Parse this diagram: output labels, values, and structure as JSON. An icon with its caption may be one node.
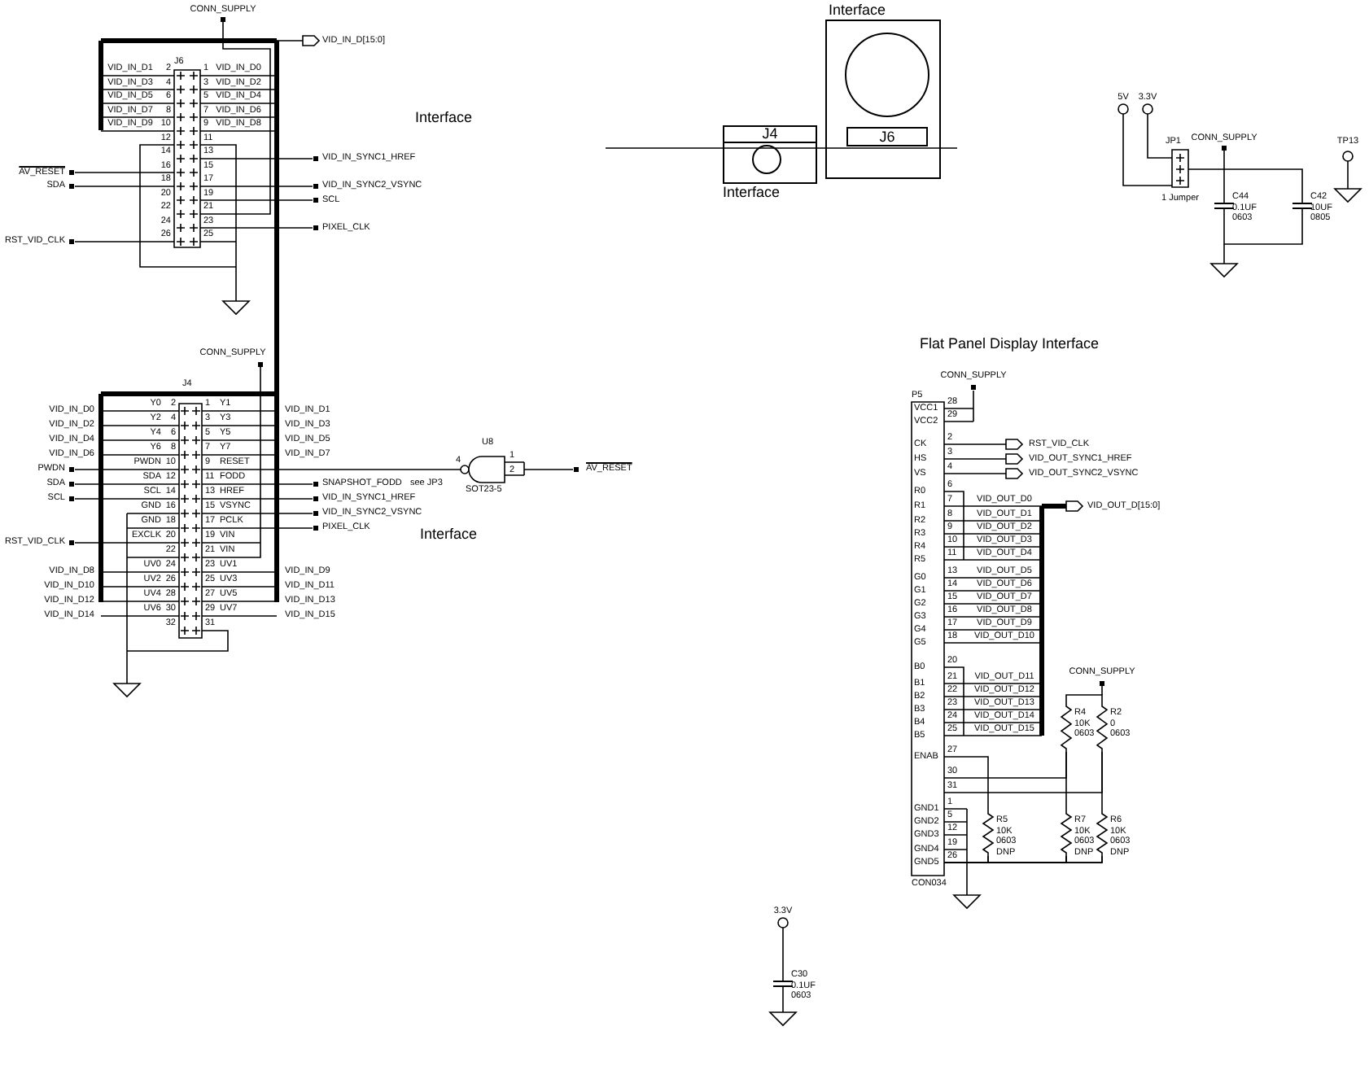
{
  "diagram": {
    "nodes": [
      {
        "text": [
          "J6",
          "2",
          "4",
          "6",
          "8",
          "10",
          "12",
          "14",
          "16",
          "18",
          "20",
          "22",
          "24",
          "26",
          "1",
          "3",
          "5",
          "7",
          "9",
          "11",
          "13",
          "15",
          "17",
          "19",
          "21",
          "23",
          "25"
        ]
      },
      {
        "text": [
          "Interface"
        ]
      },
      {
        "text": [
          "J6"
        ],
        "in": 1
      },
      {
        "text": [],
        "shape": "circle",
        "in": 1
      },
      {
        "text": [
          "J4",
          "Interface"
        ]
      },
      {
        "text": [],
        "shape": "circle",
        "in": 4
      },
      {
        "text": [
          "JP1"
        ]
      },
      {
        "text": [
          "C44",
          "0.1UF",
          "0603"
        ]
      },
      {
        "text": [
          "C42",
          "10UF",
          "0805"
        ]
      },
      {
        "text": [
          "J4",
          "Y0",
          "Y2",
          "Y4",
          "Y6",
          "PWDN",
          "SDA",
          "SCL",
          "GND",
          "GND",
          "EXCLK",
          "UV0",
          "UV2",
          "UV4",
          "UV6",
          "2",
          "4",
          "6",
          "8",
          "10",
          "12",
          "14",
          "16",
          "18",
          "20",
          "22",
          "24",
          "26",
          "28",
          "30",
          "32",
          "Y1",
          "Y3",
          "Y5",
          "Y7",
          "RESET",
          "FODD",
          "HREF",
          "VSYNC",
          "PCLK",
          "VIN",
          "VIN",
          "UV1",
          "UV3",
          "UV5",
          "UV7",
          "1",
          "3",
          "5",
          "7",
          "9",
          "11",
          "13",
          "15",
          "17",
          "19",
          "21",
          "23",
          "25",
          "27",
          "29",
          "31"
        ]
      },
      {
        "text": [
          "U8",
          "4",
          "1",
          "2",
          "SOT23-5"
        ]
      },
      {
        "text": [
          "P5",
          "VCC1",
          "VCC2",
          "CK",
          "HS",
          "VS",
          "R0",
          "R1",
          "R2",
          "R3",
          "R4",
          "R5",
          "G0",
          "G1",
          "G2",
          "G3",
          "G4",
          "G5",
          "B0",
          "B1",
          "B2",
          "B3",
          "B4",
          "B5",
          "ENAB",
          "GND1",
          "GND2",
          "GND3",
          "GND4",
          "GND5",
          "28",
          "29",
          "2",
          "3",
          "4",
          "6",
          "7",
          "8",
          "9",
          "10",
          "11",
          "13",
          "14",
          "15",
          "16",
          "17",
          "18",
          "20",
          "21",
          "22",
          "23",
          "24",
          "25",
          "27",
          "30",
          "31",
          "1",
          "5",
          "12",
          "19",
          "26",
          "CON034"
        ]
      },
      {
        "text": [
          "R4",
          "10K",
          "0603"
        ]
      },
      {
        "text": [
          "R2",
          "0",
          "0603"
        ]
      },
      {
        "text": [
          "R5",
          "10K",
          "0603",
          "DNP"
        ]
      },
      {
        "text": [
          "R7",
          "10K",
          "0603",
          "DNP"
        ]
      },
      {
        "text": [
          "R6",
          "10K",
          "0603",
          "DNP"
        ]
      },
      {
        "text": [
          "C30",
          "0.1UF",
          "0603"
        ]
      }
    ],
    "edges": [
      {
        "from": 9,
        "to": 10,
        "arrow": "other"
      },
      {
        "from": 6,
        "to": 7,
        "arrow": "none"
      },
      {
        "from": 7,
        "to": 8,
        "arrow": "none"
      },
      {
        "from": 11,
        "to": 14,
        "arrow": "none"
      },
      {
        "from": 11,
        "to": 12,
        "arrow": "none"
      },
      {
        "from": 12,
        "to": 15,
        "arrow": "none"
      },
      {
        "from": 11,
        "to": 13,
        "arrow": "none"
      },
      {
        "from": 13,
        "to": 16,
        "arrow": "none"
      },
      {
        "from": 12,
        "to": 13,
        "arrow": "none"
      },
      {
        "from": 11,
        "to": 14,
        "arrow": "none"
      },
      {
        "from": 11,
        "to": 15,
        "arrow": "none"
      },
      {
        "from": 11,
        "to": 16,
        "arrow": "none"
      },
      {
        "from": 15,
        "to": 16,
        "arrow": "none"
      },
      {
        "from": 14,
        "to": 15,
        "arrow": "none"
      }
    ],
    "labels": [
      "CONN_SUPPLY",
      "VID_IN_D[15:0]",
      "VID_IN_D1",
      "VID_IN_D3",
      "VID_IN_D5",
      "VID_IN_D7",
      "VID_IN_D9",
      "VID_IN_D0",
      "VID_IN_D2",
      "VID_IN_D4",
      "VID_IN_D6",
      "VID_IN_D8",
      "AV_RESET",
      "SDA",
      "RST_VID_CLK",
      "VID_IN_SYNC1_HREF",
      "VID_IN_SYNC2_VSYNC",
      "SCL",
      "PIXEL_CLK",
      "Interface",
      "CONN_SUPPLY",
      "VID_IN_D0",
      "VID_IN_D2",
      "VID_IN_D4",
      "VID_IN_D6",
      "PWDN",
      "SDA",
      "SCL",
      "RST_VID_CLK",
      "VID_IN_D8",
      "VID_IN_D10",
      "VID_IN_D12",
      "VID_IN_D14",
      "VID_IN_D1",
      "VID_IN_D3",
      "VID_IN_D5",
      "VID_IN_D7",
      "SNAPSHOT_FODD",
      "see JP3",
      "VID_IN_SYNC1_HREF",
      "VID_IN_SYNC2_VSYNC",
      "PIXEL_CLK",
      "VID_IN_D9",
      "VID_IN_D11",
      "VID_IN_D13",
      "VID_IN_D15",
      "AV_RESET",
      "Interface",
      "5V",
      "3.3V",
      "1 Jumper",
      "CONN_SUPPLY",
      "TP13",
      "Flat Panel Display Interface",
      "CONN_SUPPLY",
      "RST_VID_CLK",
      "VID_OUT_SYNC1_HREF",
      "VID_OUT_SYNC2_VSYNC",
      "VID_OUT_D[15:0]",
      "VID_OUT_D0",
      "VID_OUT_D1",
      "VID_OUT_D2",
      "VID_OUT_D3",
      "VID_OUT_D4",
      "VID_OUT_D5",
      "VID_OUT_D6",
      "VID_OUT_D7",
      "VID_OUT_D8",
      "VID_OUT_D9",
      "VID_OUT_D10",
      "VID_OUT_D11",
      "VID_OUT_D12",
      "VID_OUT_D13",
      "VID_OUT_D14",
      "VID_OUT_D15",
      "CONN_SUPPLY",
      "3.3V"
    ]
  }
}
